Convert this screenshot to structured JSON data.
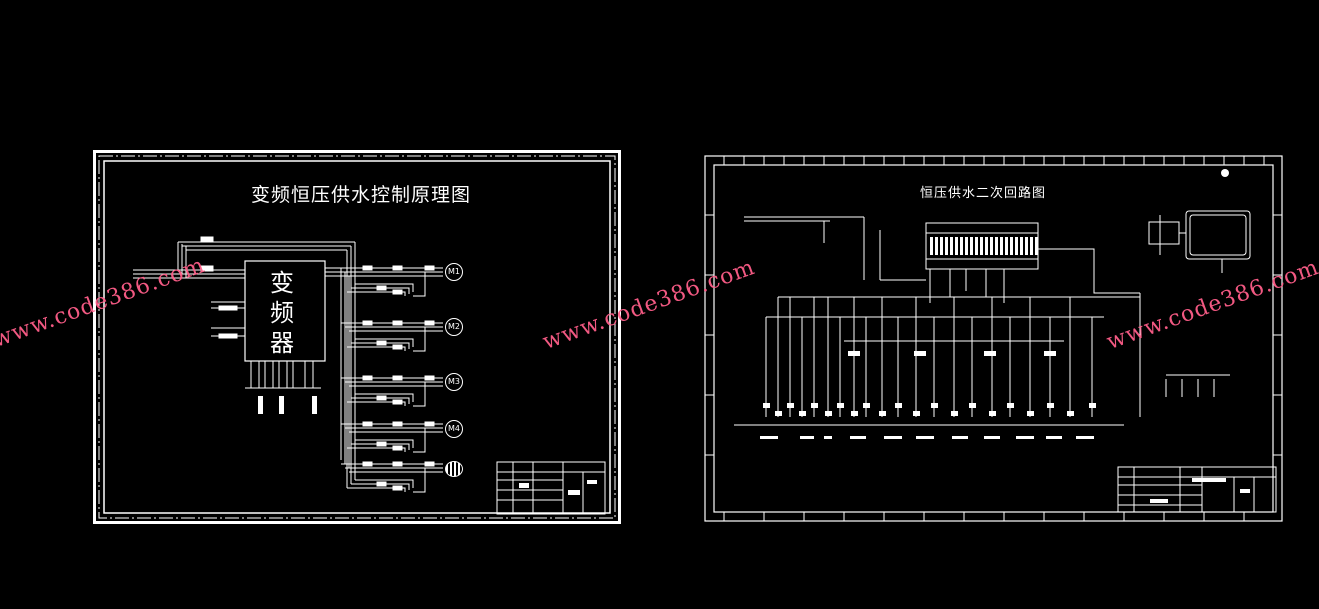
{
  "left_drawing": {
    "title": "变频恒压供水控制原理图",
    "vfd_label_chars": [
      "变",
      "频",
      "器"
    ],
    "motor_labels": [
      "M1",
      "M2",
      "M3",
      "M4"
    ]
  },
  "right_drawing": {
    "title": "恒压供水二次回路图"
  },
  "watermarks": [
    {
      "text": "www.code386.com"
    },
    {
      "text": "www.code386.com"
    },
    {
      "text": "www.code386.com"
    }
  ],
  "colors": {
    "background": "#000000",
    "line": "#ffffff",
    "watermark": "#ff5e8a"
  }
}
